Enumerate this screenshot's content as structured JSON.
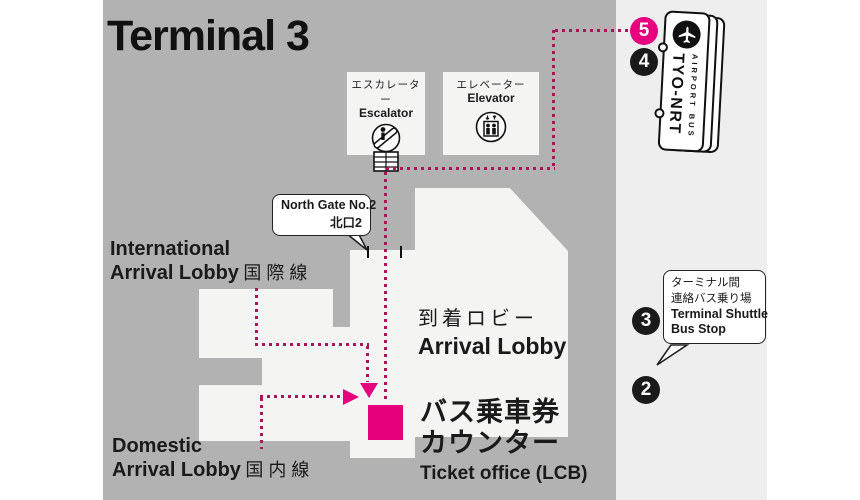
{
  "title": "Terminal 3",
  "colors": {
    "mapgray": "#b2b2b2",
    "panel": "#eeeeee",
    "building": "#f4f4f3",
    "ink": "#1a1a1a",
    "magenta": "#e6007e",
    "dotline": "#a81657"
  },
  "facilities": {
    "escalator": {
      "jp": "エスカレーター",
      "en": "Escalator"
    },
    "elevator": {
      "jp": "エレベーター",
      "en": "Elevator"
    }
  },
  "bubbles": {
    "north_gate": {
      "en": "North Gate No.2",
      "jp": "北口2"
    },
    "shuttle": {
      "jp_line1": "ターミナル間",
      "jp_line2": "連絡バス乗り場",
      "en_line1": "Terminal Shuttle",
      "en_line2": "Bus Stop"
    }
  },
  "labels": {
    "international": {
      "line1": "International",
      "line2": "Arrival Lobby",
      "jp": "国際線"
    },
    "domestic": {
      "line1": "Domestic",
      "line2": "Arrival Lobby",
      "jp": "国内線"
    },
    "arrival_lobby": {
      "jp": "到着ロビー",
      "en": "Arrival Lobby"
    },
    "ticket_office": {
      "jp_line1": "バス乗車券",
      "jp_line2": "カウンター",
      "en": "Ticket office (LCB)"
    }
  },
  "bus_sign": {
    "small_text": "AIRPORT BUS",
    "large_text": "TYO-NRT"
  },
  "stops": {
    "s5": {
      "number": "5",
      "color": "#e6007e"
    },
    "s4": {
      "number": "4",
      "color": "#1a1a1a"
    },
    "s3": {
      "number": "3",
      "color": "#1a1a1a"
    },
    "s2": {
      "number": "2",
      "color": "#1a1a1a"
    }
  }
}
